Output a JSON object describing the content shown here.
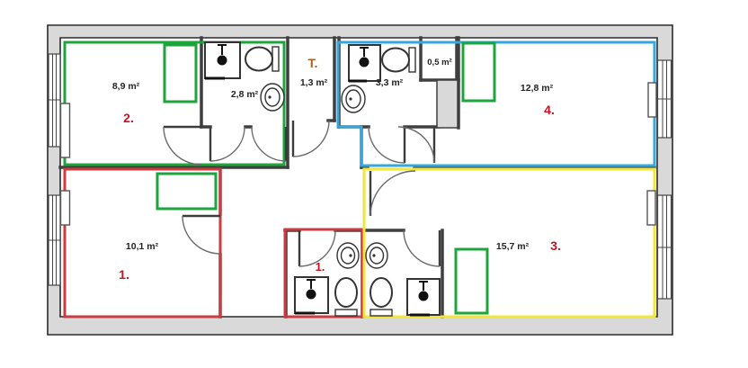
{
  "colors": {
    "green": "#1ea43b",
    "blue": "#36a7de",
    "red": "#cc3b40",
    "yellow": "#f0e63c",
    "label_red": "#c2151f",
    "t_brown": "#b05e20"
  },
  "fixture_icons": {
    "shower": "shower-head-icon",
    "toilet": "toilet-icon",
    "sink": "sink-icon",
    "wardrobe": "wardrobe-box",
    "radiator": "radiator-box",
    "window": "window-double-line"
  },
  "rooms": {
    "room2": {
      "number": "2.",
      "area": "8,9 m²"
    },
    "bath2": {
      "area": "2,8 m²"
    },
    "toilet_room": {
      "number": "T.",
      "area": "1,3 m²"
    },
    "bath4": {
      "area": "3,3 m²"
    },
    "closet": {
      "area": "0,5 m²"
    },
    "room4": {
      "number": "4.",
      "area": "12,8 m²"
    },
    "room1": {
      "number": "1.",
      "area": "10,1 m²"
    },
    "bath1": {
      "number": "1."
    },
    "room3": {
      "number": "3.",
      "area": "15,7 m²"
    }
  }
}
